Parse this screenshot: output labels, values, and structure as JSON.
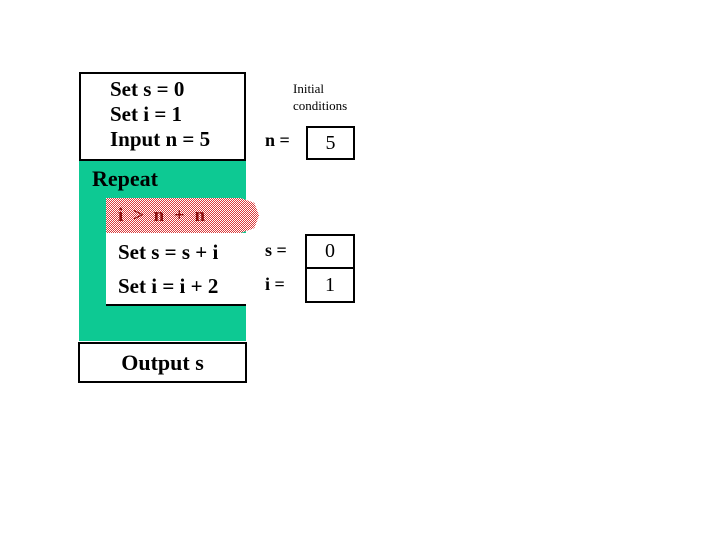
{
  "colors": {
    "loop_green": "#0dc993",
    "arrow_red": "#dc3a3a",
    "arrow_text_red": "#8b1111"
  },
  "init_box": {
    "lines": [
      "Set s = 0",
      "Set i = 1",
      "Input n = 5"
    ]
  },
  "initial_conditions": {
    "line1": "Initial",
    "line2": "conditions"
  },
  "loop": {
    "repeat_label": "Repeat",
    "condition": "i > n + n",
    "body_line1": "Set s = s + i",
    "body_line2": "Set i = i + 2"
  },
  "variables": {
    "n_label": "n =",
    "n_value": "5",
    "s_label": "s =",
    "s_value": "0",
    "i_label": "i =",
    "i_value": "1"
  },
  "output": {
    "label": "Output s"
  }
}
